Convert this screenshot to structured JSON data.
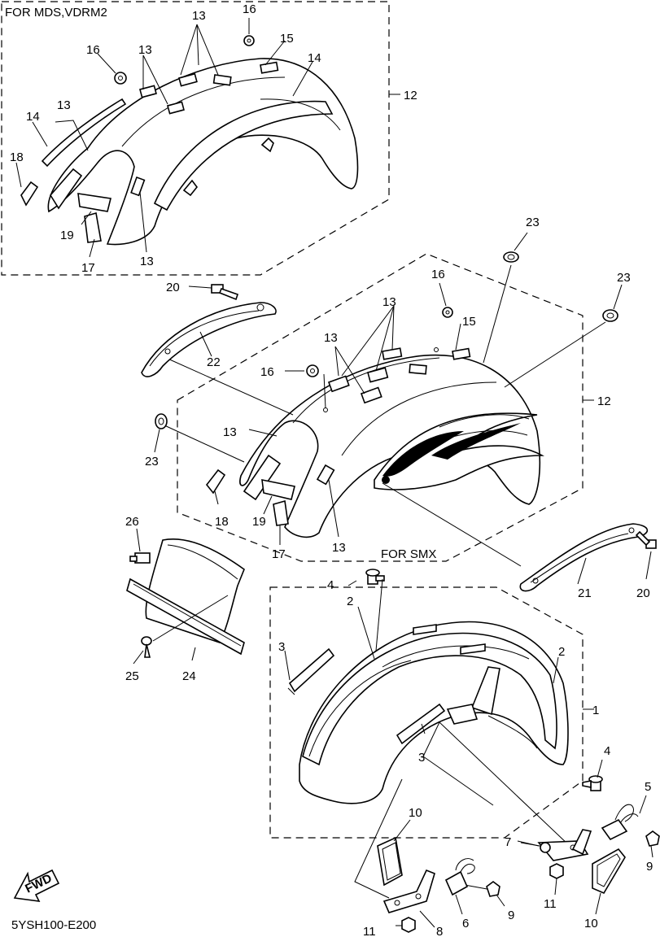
{
  "diagram": {
    "captions": {
      "box_mds": "FOR MDS,VDRM2",
      "box_smx": "FOR SMX",
      "part_code": "5YSH100-E200",
      "fwd": "FWD"
    },
    "labels": {
      "l1": "1",
      "l2a": "2",
      "l2b": "2",
      "l3a": "3",
      "l3b": "3",
      "l4a": "4",
      "l4b": "4",
      "l5": "5",
      "l6": "6",
      "l7": "7",
      "l8": "8",
      "l9a": "9",
      "l9b": "9",
      "l10a": "10",
      "l10b": "10",
      "l11a": "11",
      "l11b": "11",
      "l12a": "12",
      "l12b": "12",
      "l13a": "13",
      "l13b": "13",
      "l13c": "13",
      "l13d": "13",
      "l13e": "13",
      "l13f": "13",
      "l13g": "13",
      "l13h": "13",
      "l14a": "14",
      "l14b": "14",
      "l15a": "15",
      "l15b": "15",
      "l16a": "16",
      "l16b": "16",
      "l16c": "16",
      "l16d": "16",
      "l17a": "17",
      "l17b": "17",
      "l18a": "18",
      "l18b": "18",
      "l19a": "19",
      "l19b": "19",
      "l20a": "20",
      "l20b": "20",
      "l21": "21",
      "l22": "22",
      "l23a": "23",
      "l23b": "23",
      "l23c": "23",
      "l24": "24",
      "l25": "25",
      "l26": "26"
    }
  }
}
